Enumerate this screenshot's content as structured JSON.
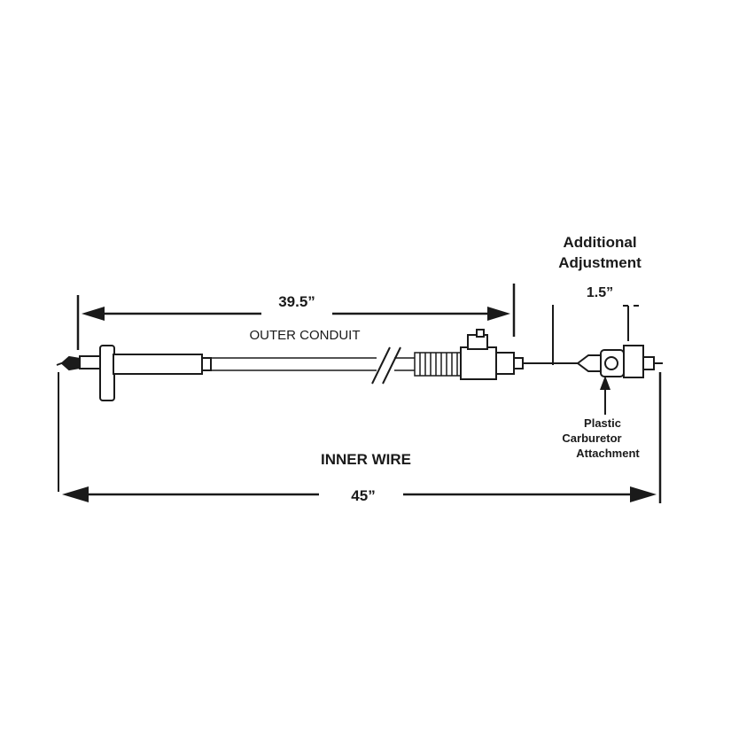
{
  "labels": {
    "additional_line1": "Additional",
    "additional_line2": "Adjustment",
    "adjust_dim": "1.5”",
    "conduit_dim": "39.5”",
    "outer_conduit": "OUTER CONDUIT",
    "inner_wire": "INNER WIRE",
    "total_dim": "45”",
    "plastic_line1": "Plastic",
    "plastic_line2": "Carburetor",
    "plastic_line3": "Attachment"
  },
  "colors": {
    "ink": "#1a1a1a",
    "background": "#ffffff"
  }
}
